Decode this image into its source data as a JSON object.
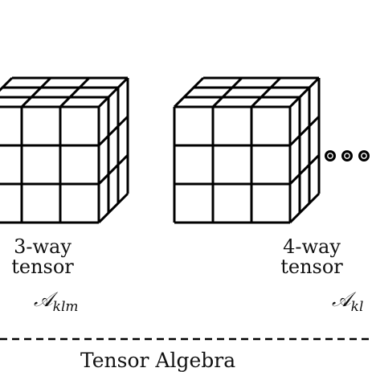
{
  "tensors": [
    {
      "caption_line1": "3-way",
      "caption_line2": "tensor",
      "symbol": "𝒜",
      "subscript": "klm"
    },
    {
      "caption_line1": "4-way",
      "caption_line2": "tensor",
      "symbol": "𝒜",
      "subscript": "kl"
    }
  ],
  "continuation": "•••",
  "footer": {
    "title": "Tensor Algebra"
  }
}
